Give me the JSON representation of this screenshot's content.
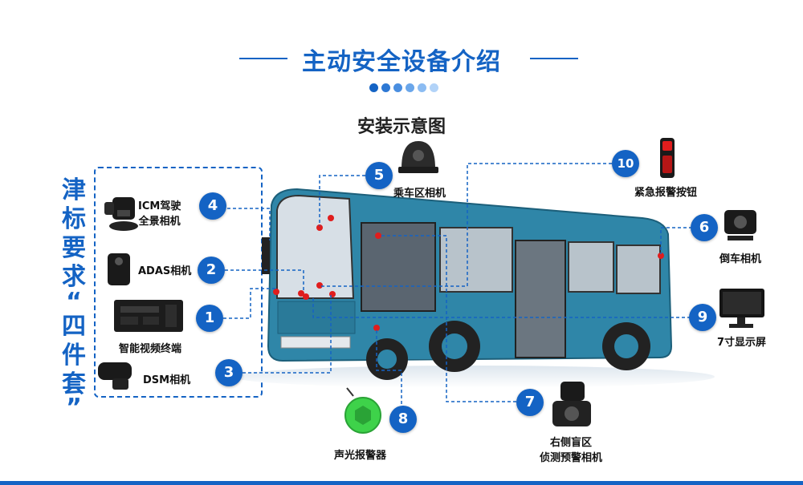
{
  "title": "主动安全设备介绍",
  "subtitle": "安装示意图",
  "side_title": [
    "津",
    "标",
    "要",
    "求",
    "“",
    "四",
    "件",
    "套",
    "”"
  ],
  "colors": {
    "brand": "#1463c4",
    "bus": "#2f86a8",
    "marker": "#e01d1d",
    "alarm": "#3ed24a"
  },
  "dots": [
    "#1463c4",
    "#2d78d4",
    "#4a8ee0",
    "#6aa6ea",
    "#8cbcf2",
    "#b2d3f8"
  ],
  "group_items": [
    {
      "label_lines": [
        "ICM驾驶",
        "全景相机"
      ],
      "icon": "icm-camera"
    },
    {
      "label_lines": [
        "ADAS相机"
      ],
      "icon": "adas-camera"
    },
    {
      "label_lines": [
        "智能视频终端"
      ],
      "icon": "video-terminal"
    },
    {
      "label_lines": [
        "DSM相机"
      ],
      "icon": "dsm-camera"
    }
  ],
  "callouts": [
    {
      "num": "1"
    },
    {
      "num": "2"
    },
    {
      "num": "3"
    },
    {
      "num": "4"
    },
    {
      "num": "5",
      "label": "乘车区相机"
    },
    {
      "num": "6",
      "label": "倒车相机"
    },
    {
      "num": "7",
      "label_lines": [
        "右侧盲区",
        "侦测预警相机"
      ]
    },
    {
      "num": "8",
      "label": "声光报警器"
    },
    {
      "num": "9",
      "label": "7寸显示屏"
    },
    {
      "num": "10",
      "label": "紧急报警按钮"
    }
  ]
}
